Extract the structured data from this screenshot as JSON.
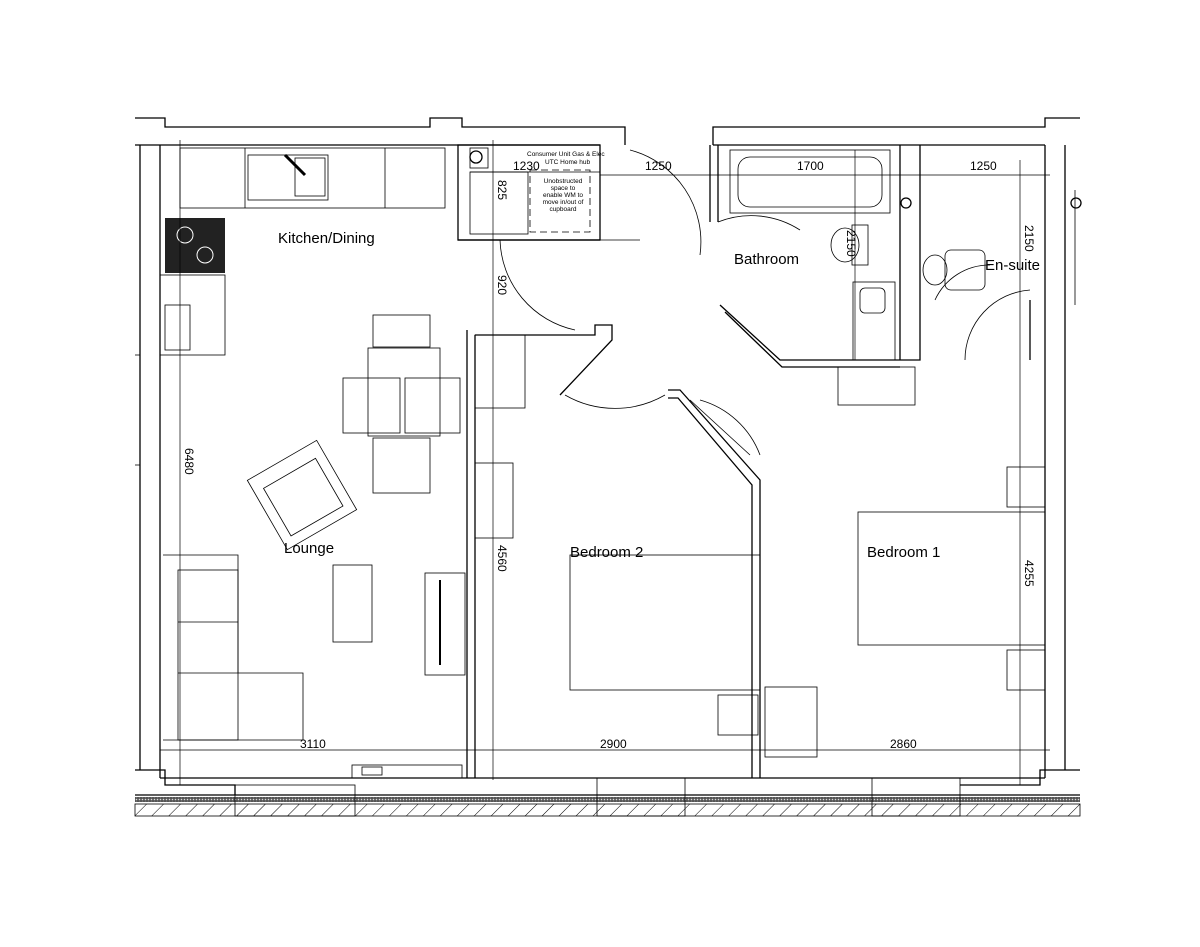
{
  "rooms": {
    "kitchen": "Kitchen/Dining",
    "lounge": "Lounge",
    "bedroom2": "Bedroom 2",
    "bedroom1": "Bedroom 1",
    "bathroom": "Bathroom",
    "ensuite": "En-suite"
  },
  "dimensions": {
    "cupboard_width": "1230",
    "cupboard_depth": "825",
    "hall_width": "1250",
    "bath_width": "1700",
    "ensuite_width": "1250",
    "bath_depth": "2150",
    "ensuite_depth": "2150",
    "hall_depth": "920",
    "lounge_depth": "6480",
    "bedroom2_depth": "4560",
    "bedroom1_depth": "4255",
    "lounge_width": "3110",
    "bedroom2_width": "2900",
    "bedroom1_width": "2860"
  },
  "notes": {
    "consumer_unit": "Consumer Unit Gas & Elec",
    "hub": "UTC Home hub",
    "wm_line1": "Unobstructed",
    "wm_line2": "space to",
    "wm_line3": "enable WM to",
    "wm_line4": "move in/out of",
    "wm_line5": "cupboard"
  }
}
